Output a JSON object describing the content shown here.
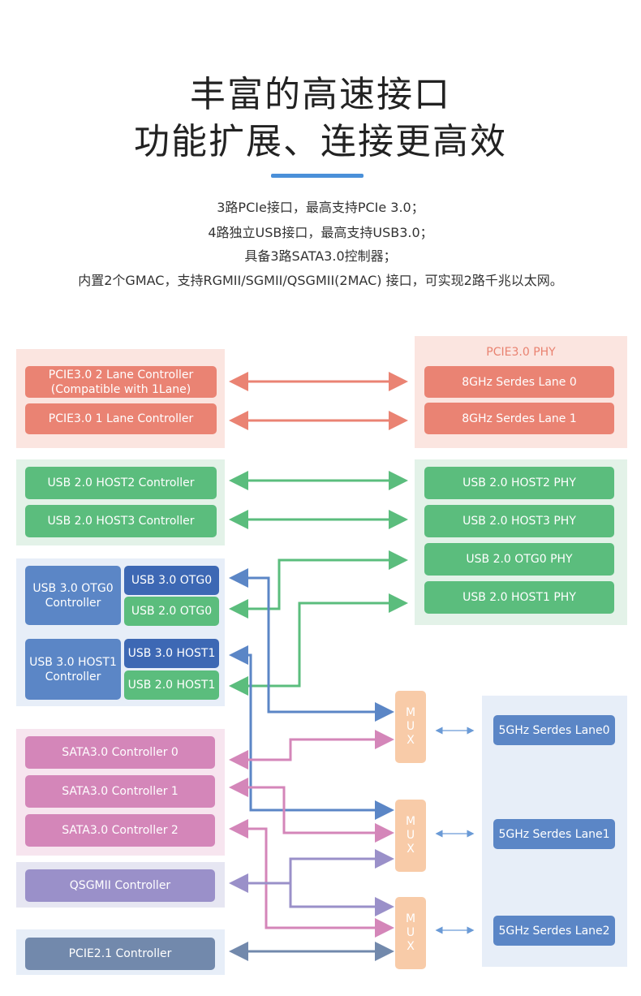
{
  "header": {
    "title_line1": "丰富的高速接口",
    "title_line2": "功能扩展、连接更高效"
  },
  "description": [
    "3路PCIe接口，最高支持PCIe 3.0；",
    "4路独立USB接口，最高支持USB3.0；",
    "具备3路SATA3.0控制器；",
    "内置2个GMAC，支持RGMII/SGMII/QSGMII(2MAC) 接口，可实现2路千兆以太网。"
  ],
  "diagram": {
    "pcie3": {
      "controller_2lane_line1": "PCIE3.0  2 Lane Controller",
      "controller_2lane_line2": "(Compatible with 1Lane)",
      "controller_1lane": "PCIE3.0  1 Lane Controller",
      "phy_title": "PCIE3.0 PHY",
      "phy_lane0": "8GHz Serdes Lane 0",
      "phy_lane1": "8GHz Serdes Lane 1"
    },
    "usb2": {
      "host2_controller": "USB 2.0 HOST2 Controller",
      "host3_controller": "USB 2.0 HOST3 Controller",
      "host2_phy": "USB 2.0  HOST2  PHY",
      "host3_phy": "USB 2.0  HOST3  PHY",
      "otg0_phy": "USB 2.0  OTG0  PHY",
      "host1_phy": "USB 2.0  HOST1  PHY"
    },
    "usb3": {
      "otg0_controller_line1": "USB 3.0 OTG0",
      "otg0_controller_line2": "Controller",
      "otg0_usb3": "USB 3.0 OTG0",
      "otg0_usb2": "USB 2.0 OTG0",
      "host1_controller_line1": "USB 3.0 HOST1",
      "host1_controller_line2": "Controller",
      "host1_usb3": "USB 3.0 HOST1",
      "host1_usb2": "USB 2.0 HOST1"
    },
    "sata": {
      "controller0": "SATA3.0 Controller 0",
      "controller1": "SATA3.0 Controller 1",
      "controller2": "SATA3.0 Controller 2"
    },
    "qsgmii_controller": "QSGMII Controller",
    "pcie21_controller": "PCIE2.1 Controller",
    "mux_letters": [
      "M",
      "U",
      "X"
    ],
    "serdes": {
      "lane0": "5GHz Serdes Lane0",
      "lane1": "5GHz Serdes Lane1",
      "lane2": "5GHz Serdes Lane2"
    }
  },
  "colors": {
    "accent_blue": "#4a90d9",
    "pcie_box": "#ea8373",
    "pcie_panel": "#fbe5e0",
    "usb_green": "#5bbd7d",
    "usb_panel": "#e3f2e8",
    "usb3_blue": "#5b86c6",
    "usb3_dark": "#3d68b4",
    "usb3_panel": "#e7eef8",
    "sata_pink": "#d486b9",
    "sata_panel": "#f7e5ef",
    "qsgmii_purple": "#9a90c9",
    "pcie21_gray": "#7289ac",
    "mux_orange": "#f8cba8"
  }
}
